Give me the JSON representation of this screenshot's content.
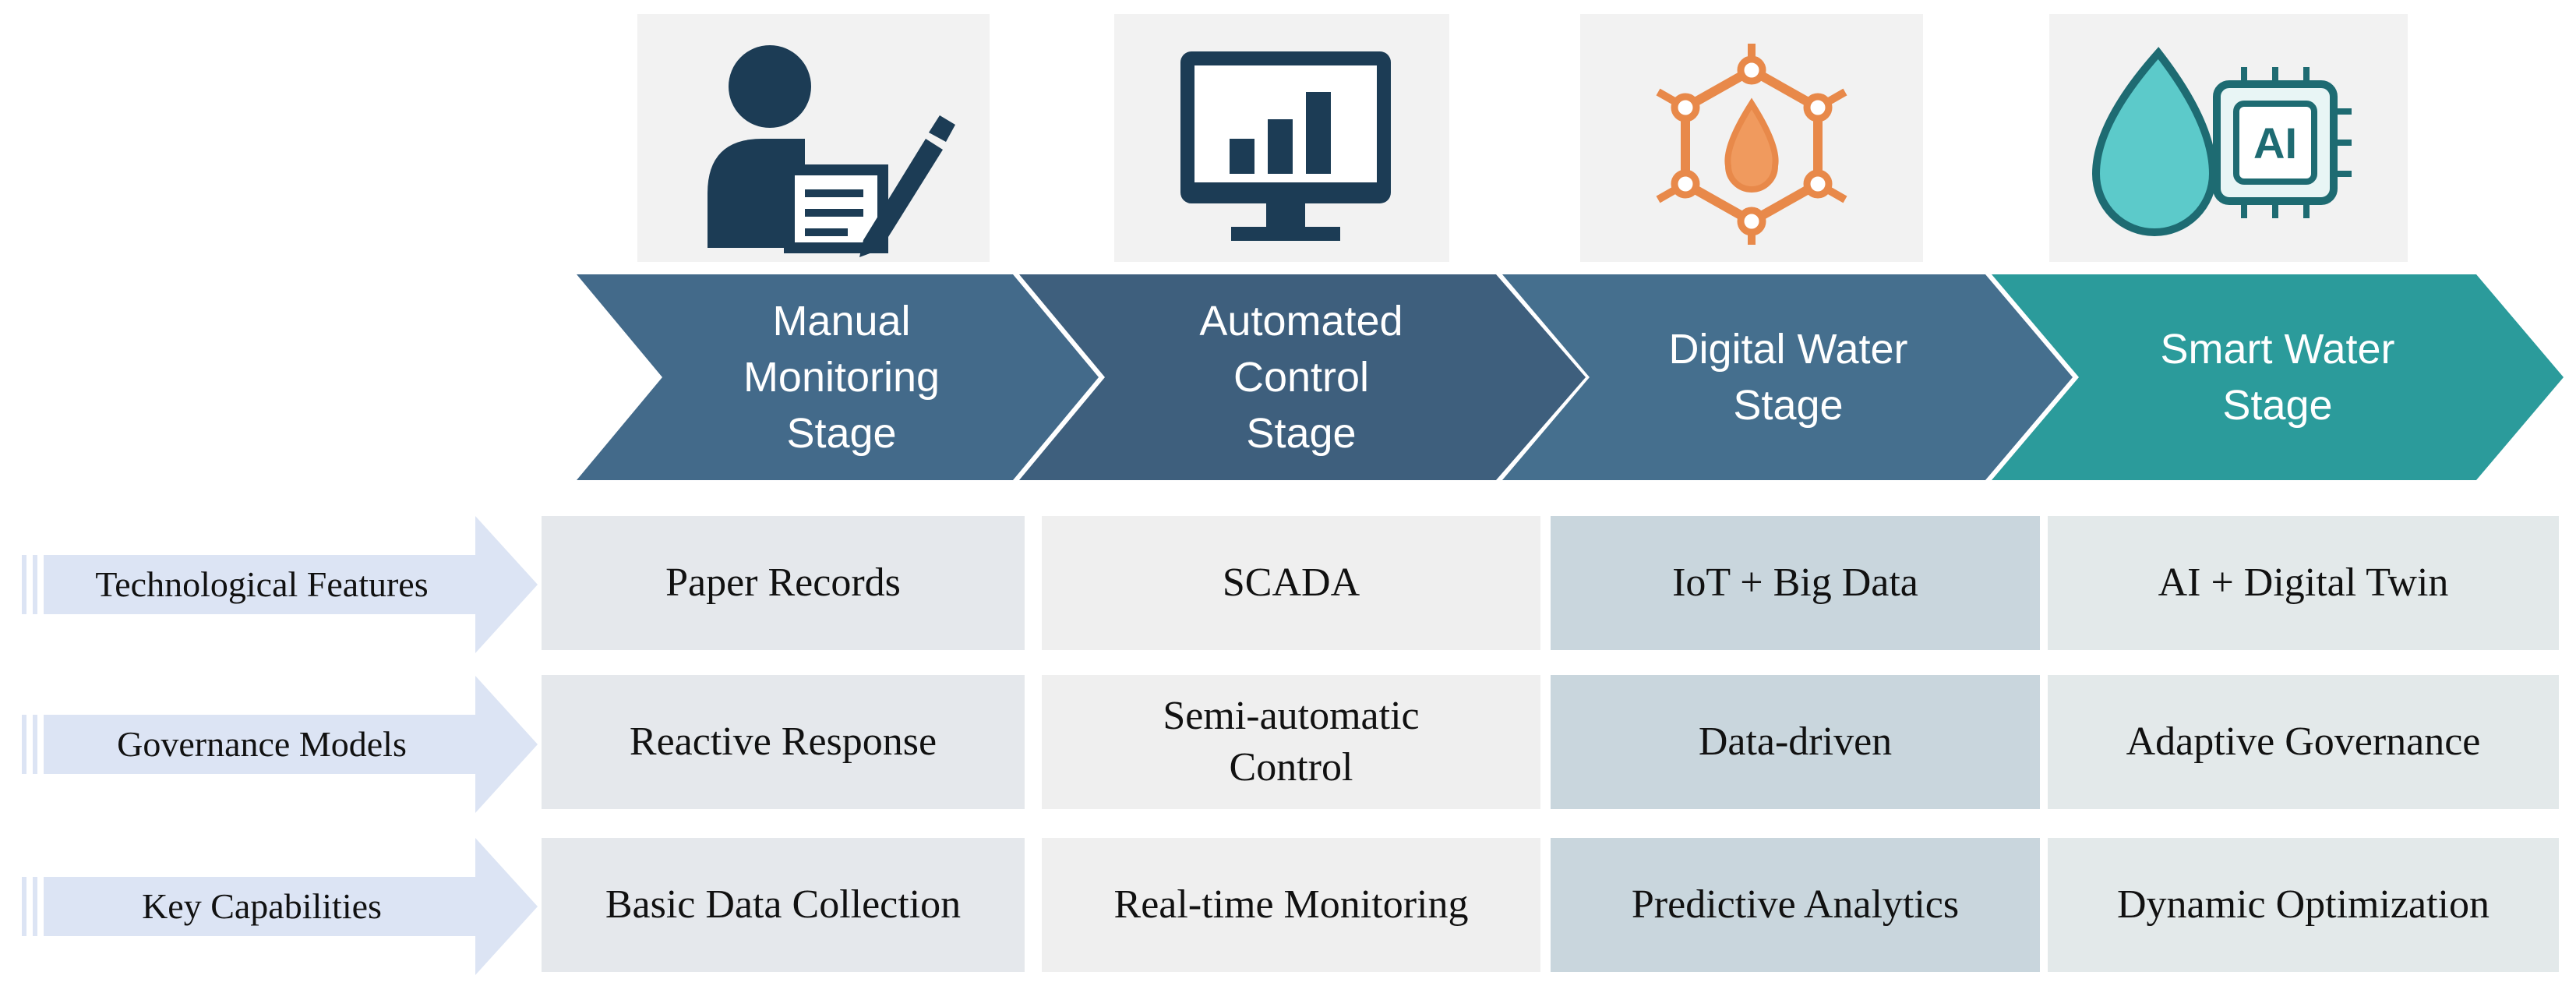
{
  "stages": [
    {
      "label": "Manual\nMonitoring\nStage",
      "color": "#436a8a",
      "icon": "person-writing-icon"
    },
    {
      "label": "Automated\nControl\nStage",
      "color": "#3e5f7d",
      "icon": "monitor-bar-chart-icon"
    },
    {
      "label": "Digital Water\nStage",
      "color": "#456f8e",
      "icon": "water-network-icon"
    },
    {
      "label": "Smart Water\nStage",
      "color": "#2b9b9b",
      "icon": "water-drop-ai-chip-icon"
    }
  ],
  "icons": {
    "ai_chip_text": "AI"
  },
  "rows": [
    {
      "label": "Technological Features",
      "cells": [
        "Paper Records",
        "SCADA",
        "IoT + Big Data",
        "AI + Digital Twin"
      ]
    },
    {
      "label": "Governance Models",
      "cells": [
        "Reactive Response",
        "Semi-automatic\nControl",
        "Data-driven",
        "Adaptive Governance"
      ]
    },
    {
      "label": "Key Capabilities",
      "cells": [
        "Basic Data Collection",
        "Real-time Monitoring",
        "Predictive Analytics",
        "Dynamic Optimization"
      ]
    }
  ],
  "colors": {
    "row_arrow": "#dce4f4",
    "icon_dark": "#1c3c55",
    "hex_orange": "#e8894a",
    "drop_teal": "#5ccaca"
  }
}
